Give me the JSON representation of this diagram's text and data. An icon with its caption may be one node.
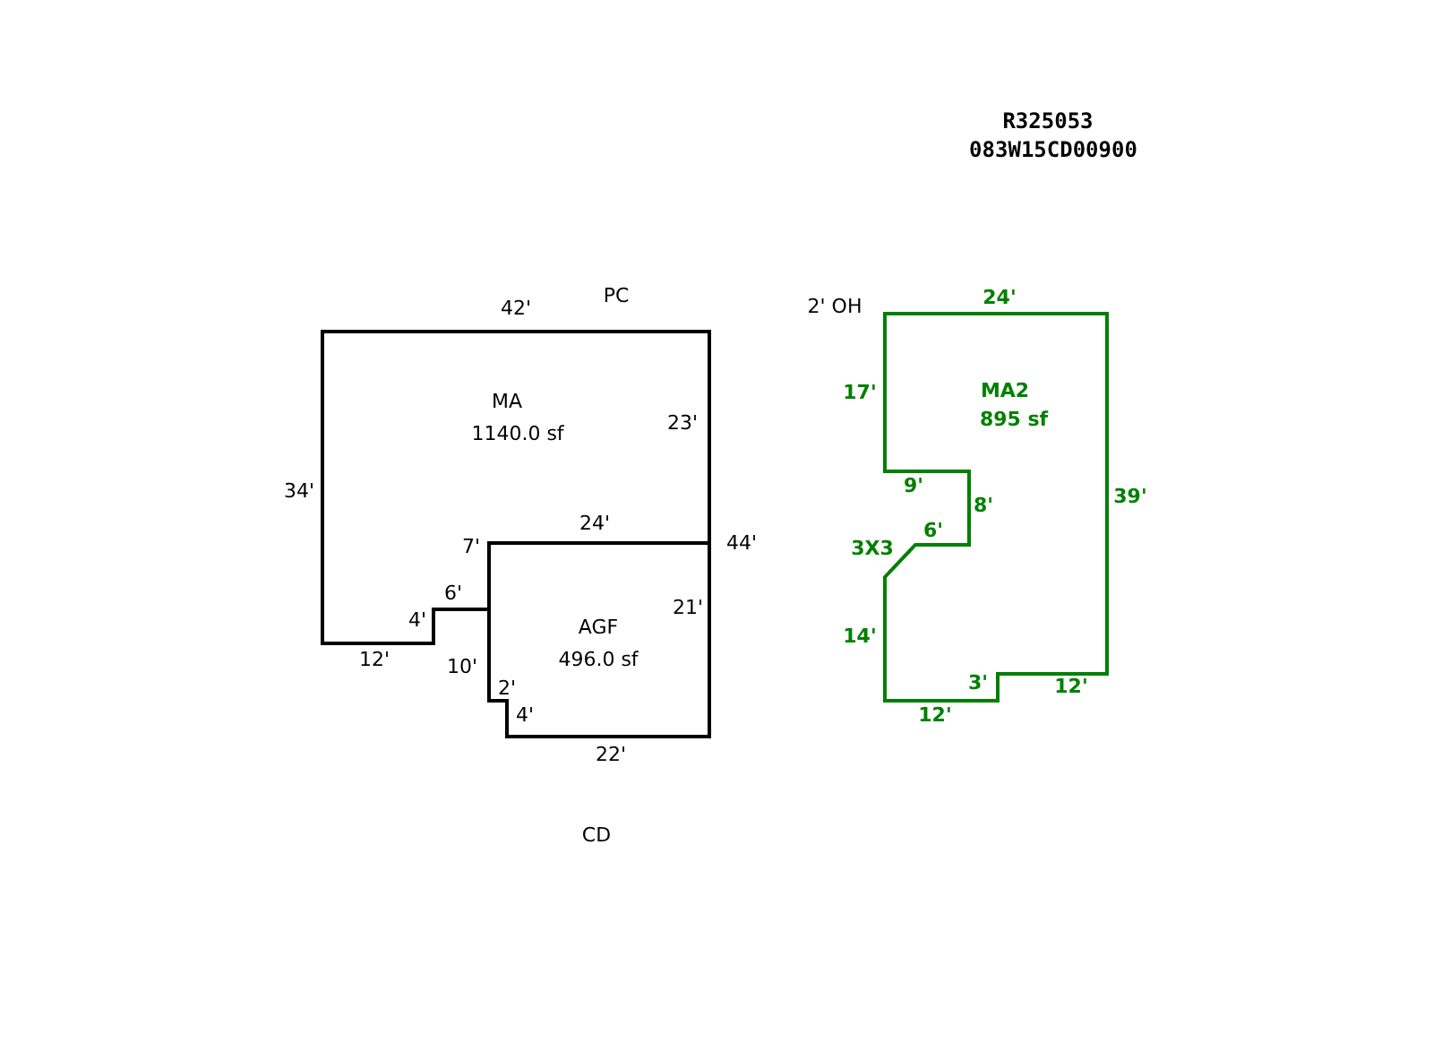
{
  "diagram": {
    "nodes": [
      {
        "text": [
          "MA",
          "1140.0 sf"
        ]
      },
      {
        "text": [
          "AGF",
          "496.0 sf"
        ]
      },
      {
        "text": [
          "MA2",
          "895 sf"
        ]
      }
    ],
    "labels": [
      "R325053",
      "083W15CD00900",
      "PC",
      "42'",
      "2' OH",
      "24'",
      "17'",
      "23'",
      "34'",
      "9'",
      "39'",
      "8'",
      "24'",
      "6'",
      "7'",
      "44'",
      "3X3",
      "6'",
      "21'",
      "4'",
      "14'",
      "12'",
      "10'",
      "2'",
      "3'",
      "12'",
      "4'",
      "12'",
      "22'",
      "CD"
    ]
  }
}
